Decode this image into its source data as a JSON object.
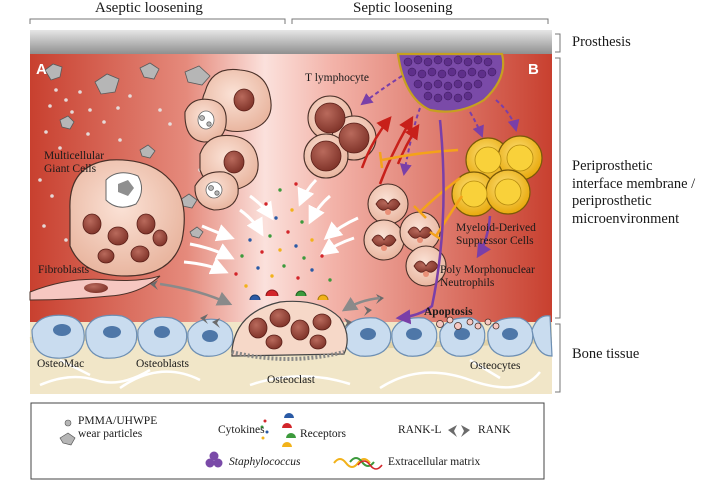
{
  "headers": {
    "aseptic": "Aseptic loosening",
    "septic": "Septic loosening"
  },
  "panels": {
    "a": "A",
    "b": "B"
  },
  "sections": {
    "prosthesis": "Prosthesis",
    "interface": "Periprosthetic interface membrane / periprosthetic microenvironment",
    "bone": "Bone tissue"
  },
  "cells": {
    "t_lymphocyte": "T lymphocyte",
    "giant_cells": "Multicellular Giant Cells",
    "fibroblasts": "Fibroblasts",
    "mdsc": "Myeloid-Derived Suppressor Cells",
    "pmn": "Poly Morphonuclear Neutrophils",
    "apoptosis": "Apoptosis",
    "osteomac": "OsteoMac",
    "osteoblasts": "Osteoblasts",
    "osteoclast": "Osteoclast",
    "osteocytes": "Osteocytes"
  },
  "legend": {
    "wear_particles": "PMMA/UHWPE wear particles",
    "cytokines": "Cytokines",
    "receptors": "Receptors",
    "rank_l": "RANK-L",
    "rank": "RANK",
    "staphylococcus": "Staphylococcus",
    "ecm": "Extracellular matrix"
  },
  "colors": {
    "tissue_red": "#c9463a",
    "tissue_pink": "#f6c7c1",
    "prosthesis_gray": "#a9a9a9",
    "cell_brown": "#8c3d32",
    "bacteria_purple": "#6a3b9a",
    "mdsc_yellow": "#f2c21b",
    "arrow_red": "#c8201a",
    "arrow_orange": "#f4a21a",
    "arrow_purple": "#7a3fa8",
    "bone_cream": "#f1e6c8",
    "osteoblast_blue": "#c9dcef"
  }
}
